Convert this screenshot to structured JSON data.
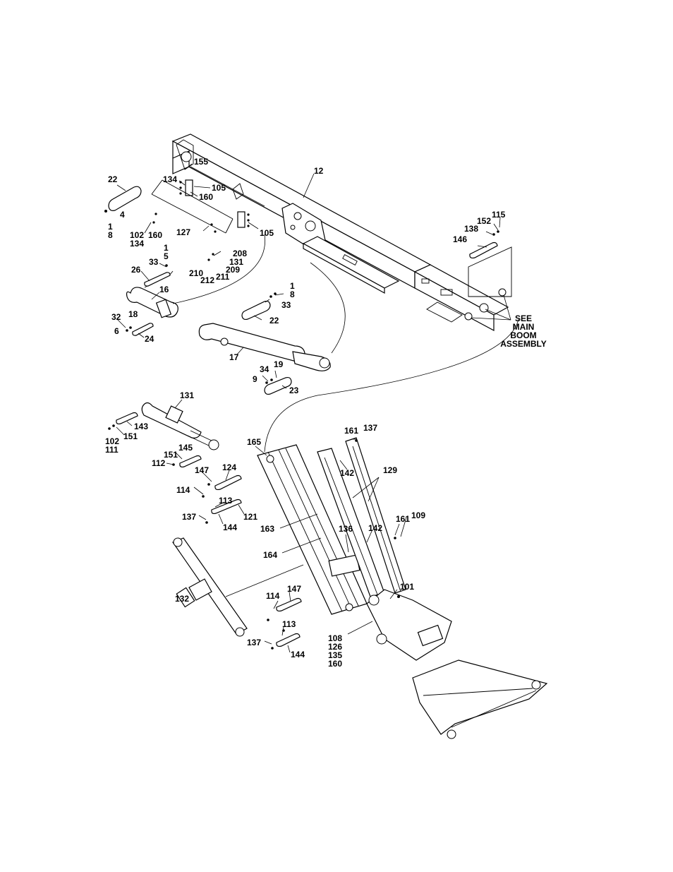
{
  "callouts": [
    {
      "id": "c12",
      "text": "12"
    },
    {
      "id": "c155",
      "text": "155"
    },
    {
      "id": "c22a",
      "text": "22"
    },
    {
      "id": "c134a",
      "text": "134"
    },
    {
      "id": "c105a",
      "text": "105"
    },
    {
      "id": "c160a",
      "text": "160"
    },
    {
      "id": "c4",
      "text": "4"
    },
    {
      "id": "c1a",
      "text": "1"
    },
    {
      "id": "c8a",
      "text": "8"
    },
    {
      "id": "c102a",
      "text": "102"
    },
    {
      "id": "c134b",
      "text": "134"
    },
    {
      "id": "c160b",
      "text": "160"
    },
    {
      "id": "c127",
      "text": "127"
    },
    {
      "id": "c105b",
      "text": "105"
    },
    {
      "id": "c1b",
      "text": "1"
    },
    {
      "id": "c5",
      "text": "5"
    },
    {
      "id": "c208",
      "text": "208"
    },
    {
      "id": "c131a",
      "text": "131"
    },
    {
      "id": "c209",
      "text": "209"
    },
    {
      "id": "c210",
      "text": "210"
    },
    {
      "id": "c211",
      "text": "211"
    },
    {
      "id": "c212",
      "text": "212"
    },
    {
      "id": "c33a",
      "text": "33"
    },
    {
      "id": "c26",
      "text": "26"
    },
    {
      "id": "c16",
      "text": "16"
    },
    {
      "id": "c1c",
      "text": "1"
    },
    {
      "id": "c8c",
      "text": "8"
    },
    {
      "id": "c33b",
      "text": "33"
    },
    {
      "id": "c22b",
      "text": "22"
    },
    {
      "id": "c32",
      "text": "32"
    },
    {
      "id": "c18",
      "text": "18"
    },
    {
      "id": "c6",
      "text": "6"
    },
    {
      "id": "c24",
      "text": "24"
    },
    {
      "id": "c17",
      "text": "17"
    },
    {
      "id": "c34",
      "text": "34"
    },
    {
      "id": "c19",
      "text": "19"
    },
    {
      "id": "c9",
      "text": "9"
    },
    {
      "id": "c23",
      "text": "23"
    },
    {
      "id": "c115",
      "text": "115"
    },
    {
      "id": "c152",
      "text": "152"
    },
    {
      "id": "c138",
      "text": "138"
    },
    {
      "id": "c146",
      "text": "146"
    },
    {
      "id": "c131b",
      "text": "131"
    },
    {
      "id": "c143",
      "text": "143"
    },
    {
      "id": "c151a",
      "text": "151"
    },
    {
      "id": "c102b",
      "text": "102"
    },
    {
      "id": "c111",
      "text": "111"
    },
    {
      "id": "c151b",
      "text": "151"
    },
    {
      "id": "c145",
      "text": "145"
    },
    {
      "id": "c112",
      "text": "112"
    },
    {
      "id": "c147a",
      "text": "147"
    },
    {
      "id": "c124",
      "text": "124"
    },
    {
      "id": "c114a",
      "text": "114"
    },
    {
      "id": "c113a",
      "text": "113"
    },
    {
      "id": "c121",
      "text": "121"
    },
    {
      "id": "c137a",
      "text": "137"
    },
    {
      "id": "c144a",
      "text": "144"
    },
    {
      "id": "c165",
      "text": "165"
    },
    {
      "id": "c161a",
      "text": "161"
    },
    {
      "id": "c137b",
      "text": "137"
    },
    {
      "id": "c142a",
      "text": "142"
    },
    {
      "id": "c129",
      "text": "129"
    },
    {
      "id": "c161b",
      "text": "161"
    },
    {
      "id": "c109",
      "text": "109"
    },
    {
      "id": "c136",
      "text": "136"
    },
    {
      "id": "c142b",
      "text": "142"
    },
    {
      "id": "c163",
      "text": "163"
    },
    {
      "id": "c164",
      "text": "164"
    },
    {
      "id": "c132",
      "text": "132"
    },
    {
      "id": "c114b",
      "text": "114"
    },
    {
      "id": "c147b",
      "text": "147"
    },
    {
      "id": "c101",
      "text": "101"
    },
    {
      "id": "c113b",
      "text": "113"
    },
    {
      "id": "c137c",
      "text": "137"
    },
    {
      "id": "c144b",
      "text": "144"
    },
    {
      "id": "c108",
      "text": "108"
    },
    {
      "id": "c126",
      "text": "126"
    },
    {
      "id": "c135",
      "text": "135"
    },
    {
      "id": "c160c",
      "text": "160"
    }
  ],
  "note_lines": [
    "SEE",
    "MAIN",
    "BOOM",
    "ASSEMBLY"
  ]
}
